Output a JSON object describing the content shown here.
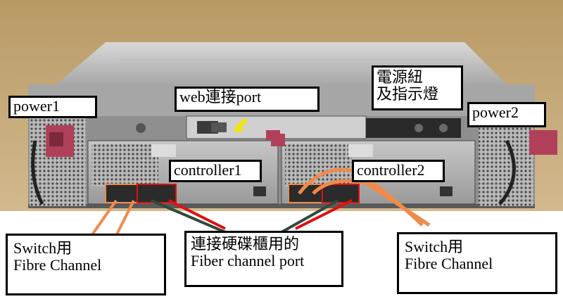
{
  "labels": {
    "power1": "power1",
    "power2": "power2",
    "web_port": "web連接port",
    "power_button": [
      "電源紐",
      "及指示燈"
    ],
    "controller1": "controller1",
    "controller2": "controller2",
    "switch_left": [
      "Switch用",
      "Fibre Channel"
    ],
    "switch_right": [
      "Switch用",
      "Fibre Channel"
    ],
    "disk_fc": [
      "連接硬碟櫃用的",
      "Fiber channel port"
    ]
  },
  "colors": {
    "background": "#ffffff",
    "chassis": "#8f8f8f",
    "orange_line": "#f08a4b",
    "red_line": "#e01010",
    "dark_green_line": "#2f4a3c",
    "arrow": "#f2e600",
    "handle": "#b0405a"
  }
}
